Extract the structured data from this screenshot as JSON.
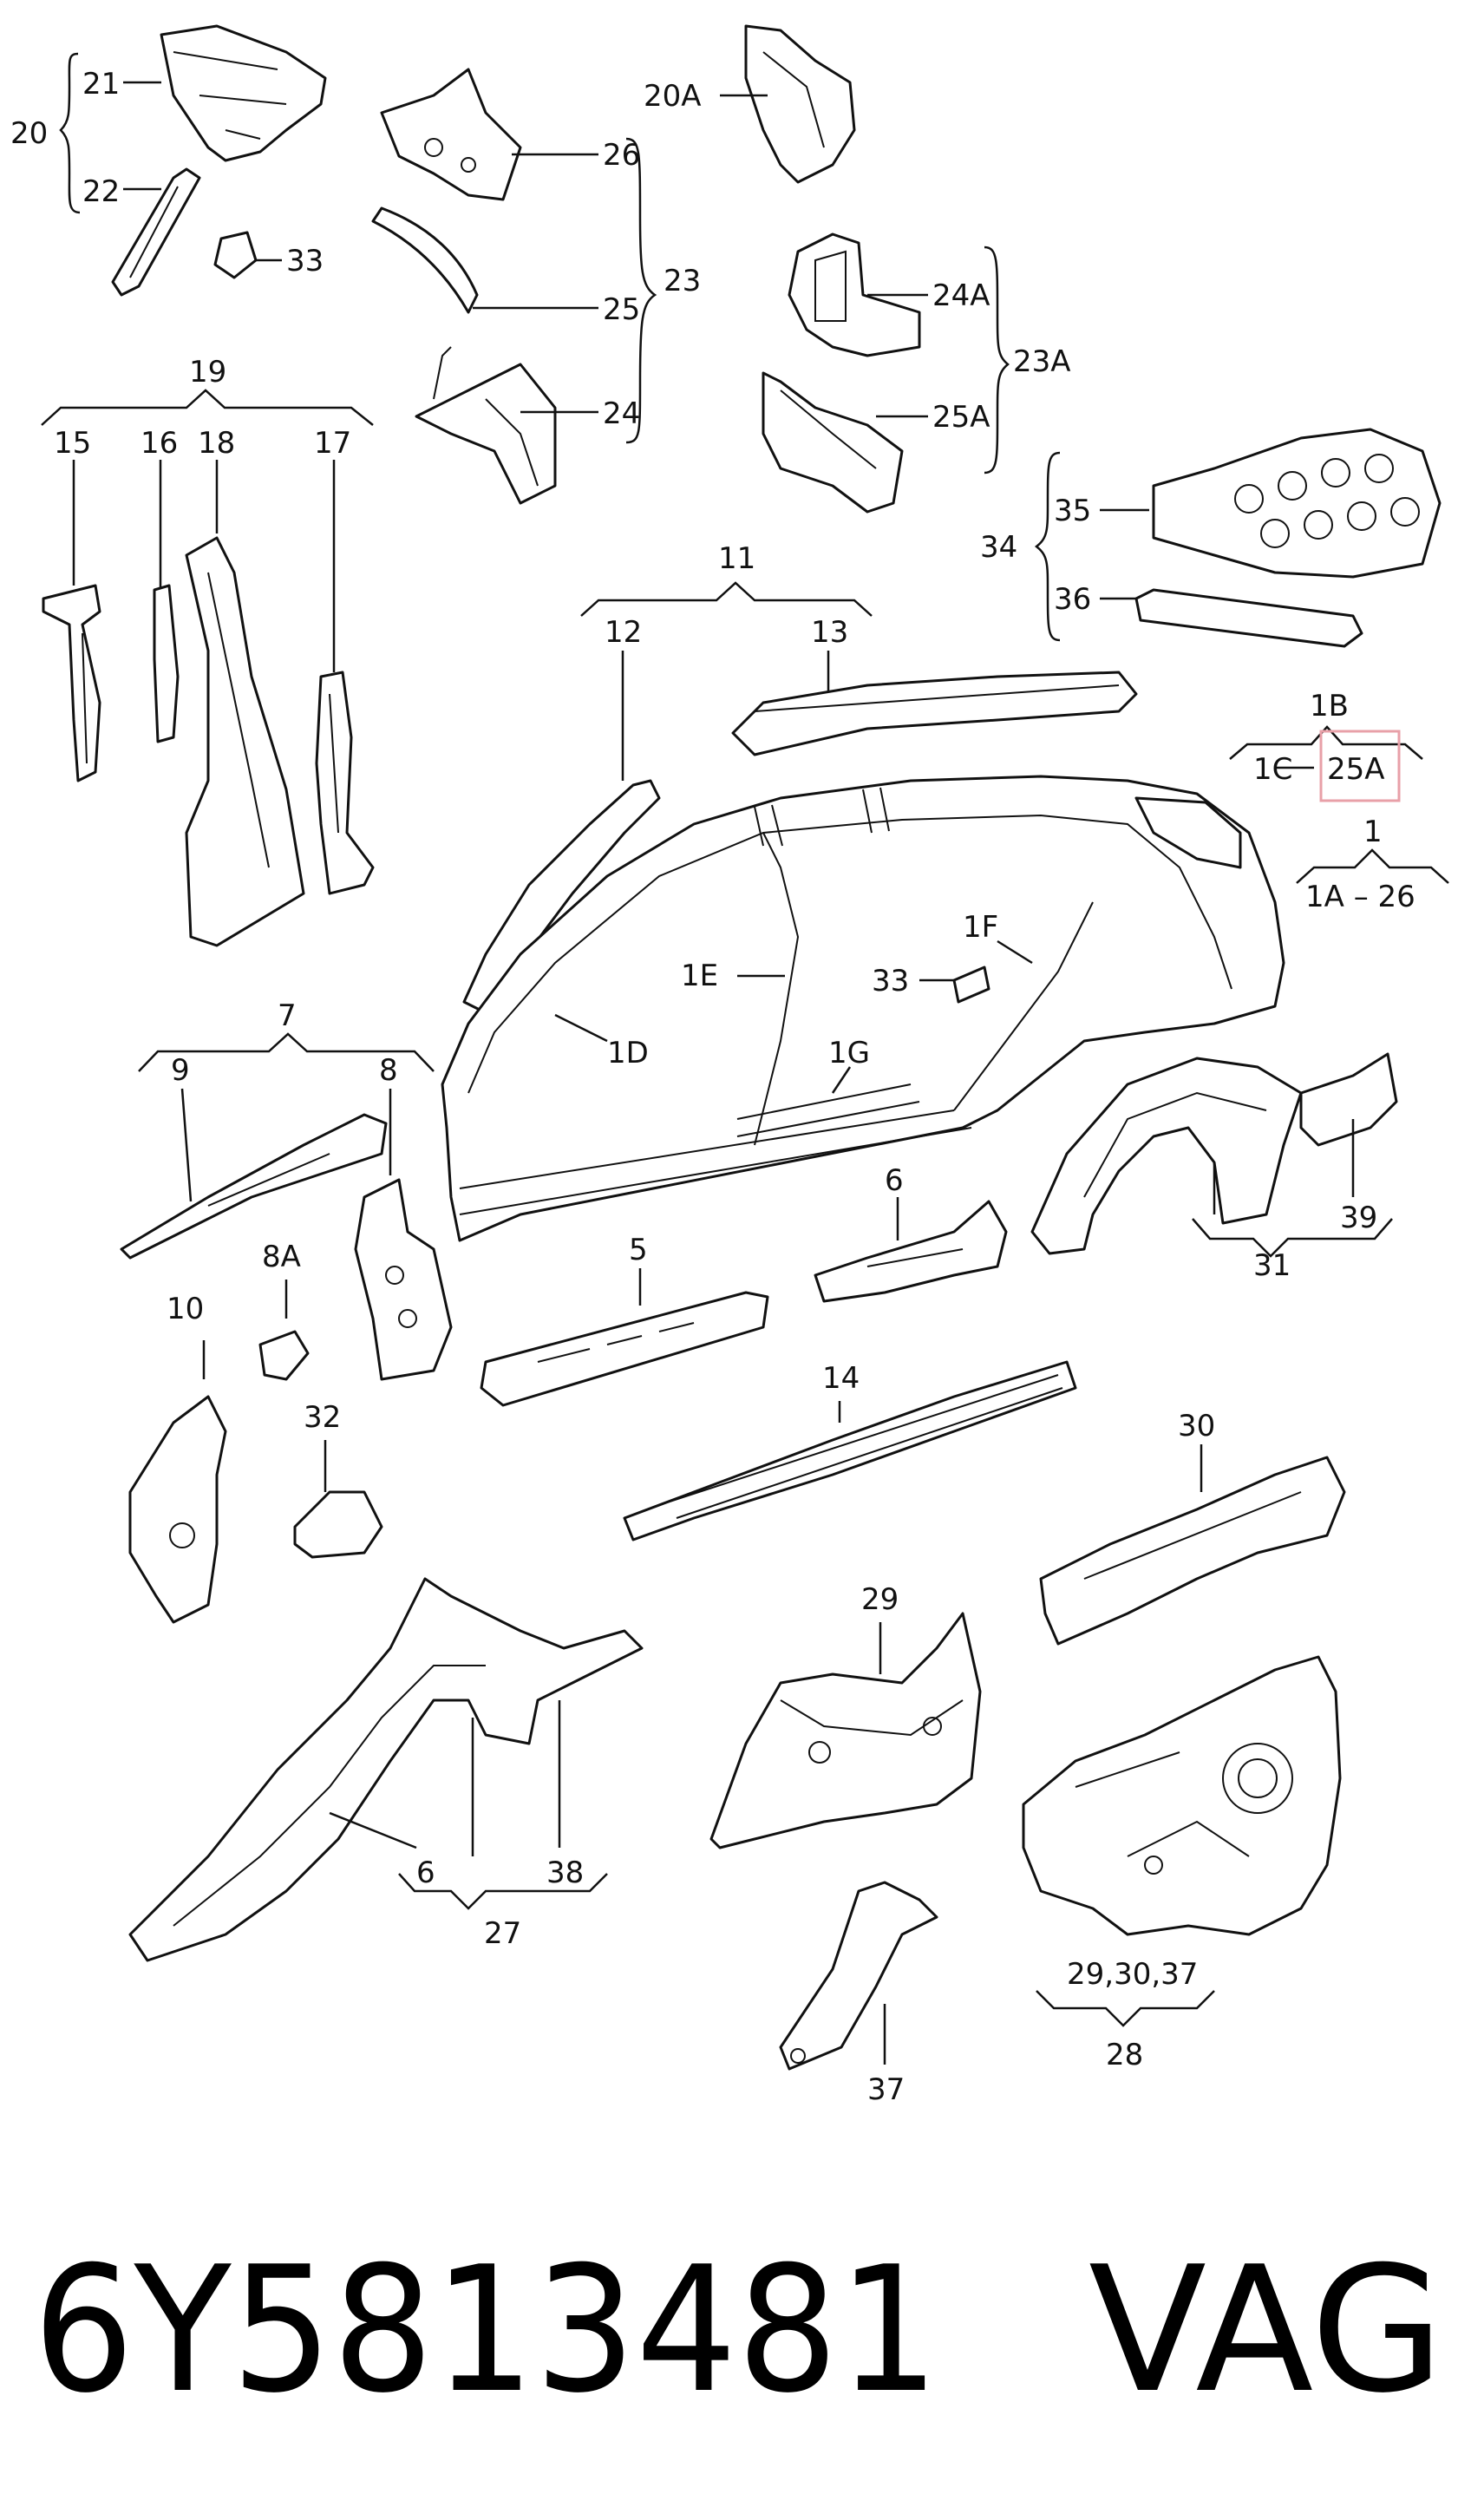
{
  "callouts": {
    "c20": "20",
    "c21": "21",
    "c22": "22",
    "c33a": "33",
    "c26": "26",
    "c25": "25",
    "c24": "24",
    "c23": "23",
    "c20A": "20A",
    "c24A": "24A",
    "c25A": "25A",
    "c23A": "23A",
    "c19": "19",
    "c15": "15",
    "c16": "16",
    "c18": "18",
    "c17": "17",
    "c35": "35",
    "c34": "34",
    "c36": "36",
    "c11": "11",
    "c12": "12",
    "c13": "13",
    "c1B": "1B",
    "c1C": "1C",
    "c25Ah": "25A",
    "c1": "1",
    "c1A26": "1A – 26",
    "c1E": "1E",
    "c33b": "33",
    "c1F": "1F",
    "c1D": "1D",
    "c1G": "1G",
    "c7": "7",
    "c9": "9",
    "c8": "8",
    "c8A": "8A",
    "c10": "10",
    "c32": "32",
    "c5": "5",
    "c6a": "6",
    "c14": "14",
    "c30": "30",
    "c31": "31",
    "c39": "39",
    "c29": "29",
    "c6b": "6",
    "c38": "38",
    "c27": "27",
    "c37": "37",
    "c293037": "29,30,37",
    "c28": "28"
  },
  "highlight": {
    "label": "25A",
    "color": "#e8a0a8"
  },
  "footer": {
    "part_number": "6Y5813481",
    "brand": "VAG"
  }
}
